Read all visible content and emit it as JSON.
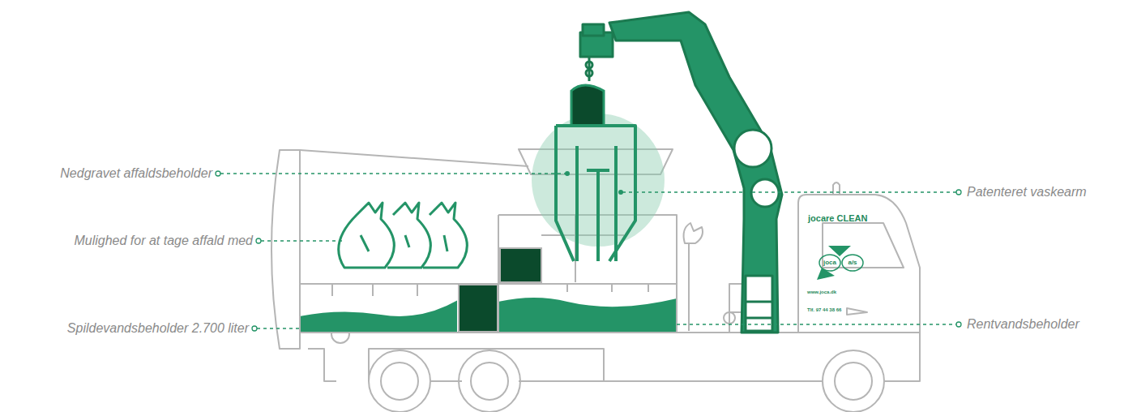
{
  "diagram": {
    "labels": [
      "Nedgravet affaldsbeholder",
      "Mulighed for at tage affald med",
      "Spildevandsbeholder 2.700 liter",
      "Patenteret vaskearm",
      "Rentvandsbeholder",
      "jocare CLEAN",
      "joca",
      "a/s",
      "www.joca.dk",
      "Tlf. 97 44 38 66"
    ]
  }
}
